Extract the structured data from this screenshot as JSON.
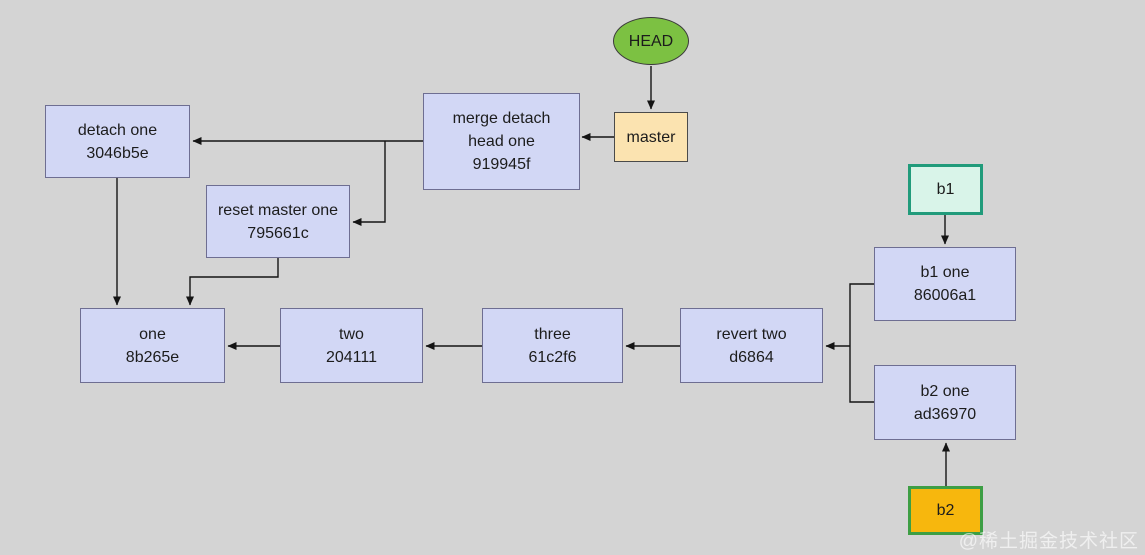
{
  "diagram": {
    "type": "git-commit-graph",
    "background_color": "#d4d4d4",
    "colors": {
      "commit_fill": "#d2d7f5",
      "commit_border": "#6e6e92",
      "head_fill": "#7cc142",
      "master_fill": "#fbe3b0",
      "b1_fill": "#d9f4e9",
      "b1_border": "#219b7b",
      "b2_fill": "#f7b70d",
      "b2_border": "#3d9e44",
      "edge_color": "#141414",
      "text_color": "#1c1c1c"
    },
    "nodes": {
      "head": {
        "label": "HEAD"
      },
      "master": {
        "label": "master"
      },
      "merge_detach_head_one": {
        "label_line1": "merge detach",
        "label_line2": "head one",
        "hash": "919945f"
      },
      "detach_one": {
        "label": "detach one",
        "hash": "3046b5e"
      },
      "reset_master_one": {
        "label": "reset master one",
        "hash": "795661c"
      },
      "one": {
        "label": "one",
        "hash": "8b265e"
      },
      "two": {
        "label": "two",
        "hash": "204111"
      },
      "three": {
        "label": "three",
        "hash": "61c2f6"
      },
      "revert_two": {
        "label": "revert two",
        "hash": "d6864"
      },
      "b1_one": {
        "label": "b1 one",
        "hash": "86006a1"
      },
      "b2_one": {
        "label": "b2 one",
        "hash": "ad36970"
      },
      "b1": {
        "label": "b1"
      },
      "b2": {
        "label": "b2"
      }
    },
    "edges": [
      {
        "from": "HEAD",
        "to": "master"
      },
      {
        "from": "master",
        "to": "919945f"
      },
      {
        "from": "919945f",
        "to": "3046b5e"
      },
      {
        "from": "919945f",
        "to": "795661c"
      },
      {
        "from": "3046b5e",
        "to": "8b265e"
      },
      {
        "from": "795661c",
        "to": "8b265e"
      },
      {
        "from": "204111",
        "to": "8b265e"
      },
      {
        "from": "61c2f6",
        "to": "204111"
      },
      {
        "from": "d6864",
        "to": "61c2f6"
      },
      {
        "from": "86006a1",
        "to": "d6864"
      },
      {
        "from": "ad36970",
        "to": "d6864"
      },
      {
        "from": "b1",
        "to": "86006a1"
      },
      {
        "from": "b2",
        "to": "ad36970"
      }
    ],
    "watermark": "@稀土掘金技术社区"
  }
}
